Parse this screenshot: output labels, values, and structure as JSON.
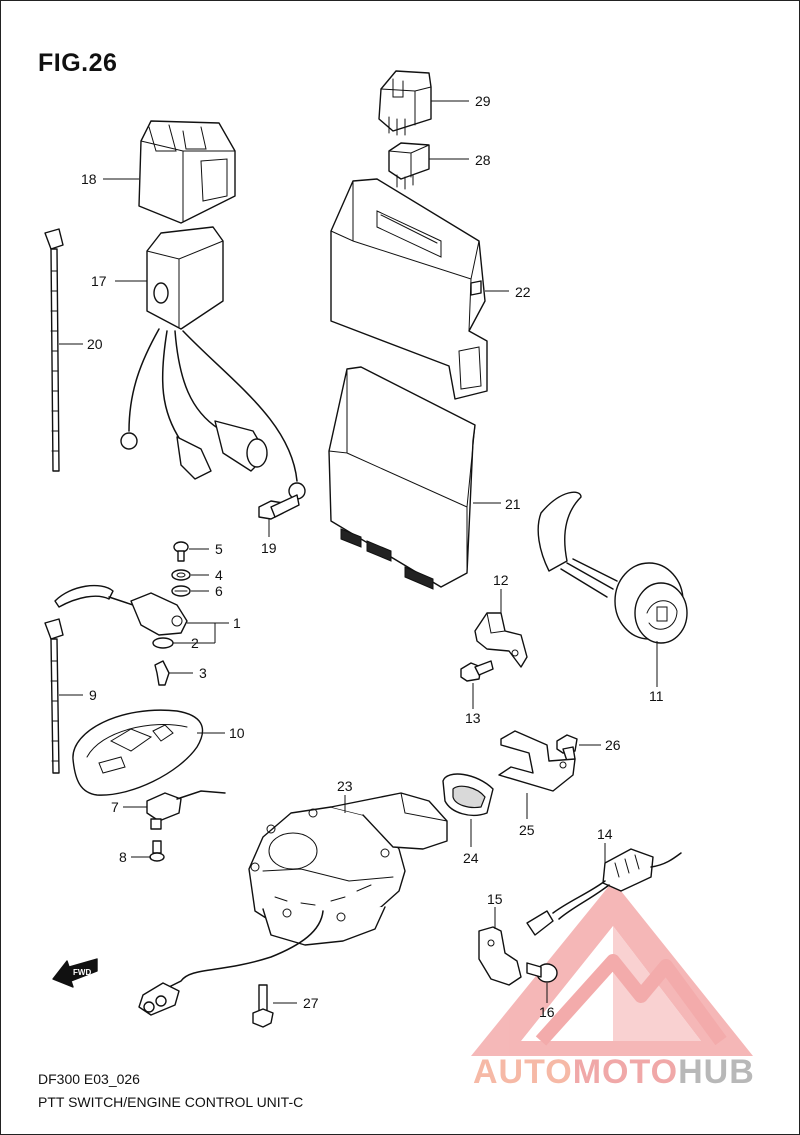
{
  "figure": {
    "title": "FIG.26",
    "code": "DF300 E03_026",
    "caption": "PTT SWITCH/ENGINE CONTROL UNIT-C"
  },
  "arrow_label": "FWD",
  "callouts": {
    "c1": "1",
    "c2": "2",
    "c3": "3",
    "c4": "4",
    "c5": "5",
    "c6": "6",
    "c7": "7",
    "c8": "8",
    "c9": "9",
    "c10": "10",
    "c11": "11",
    "c12": "12",
    "c13": "13",
    "c14": "14",
    "c15": "15",
    "c16": "16",
    "c17": "17",
    "c18": "18",
    "c19": "19",
    "c20": "20",
    "c21": "21",
    "c22": "22",
    "c23": "23",
    "c24": "24",
    "c25": "25",
    "c26": "26",
    "c27": "27",
    "c28": "28",
    "c29": "29"
  },
  "watermark": {
    "part1": "AUTO",
    "part2": "MOTO",
    "part3": "HUB",
    "color_light": "#f6b9a6",
    "color_red": "#ef8f8f",
    "color_grey": "#b8b8b8"
  }
}
